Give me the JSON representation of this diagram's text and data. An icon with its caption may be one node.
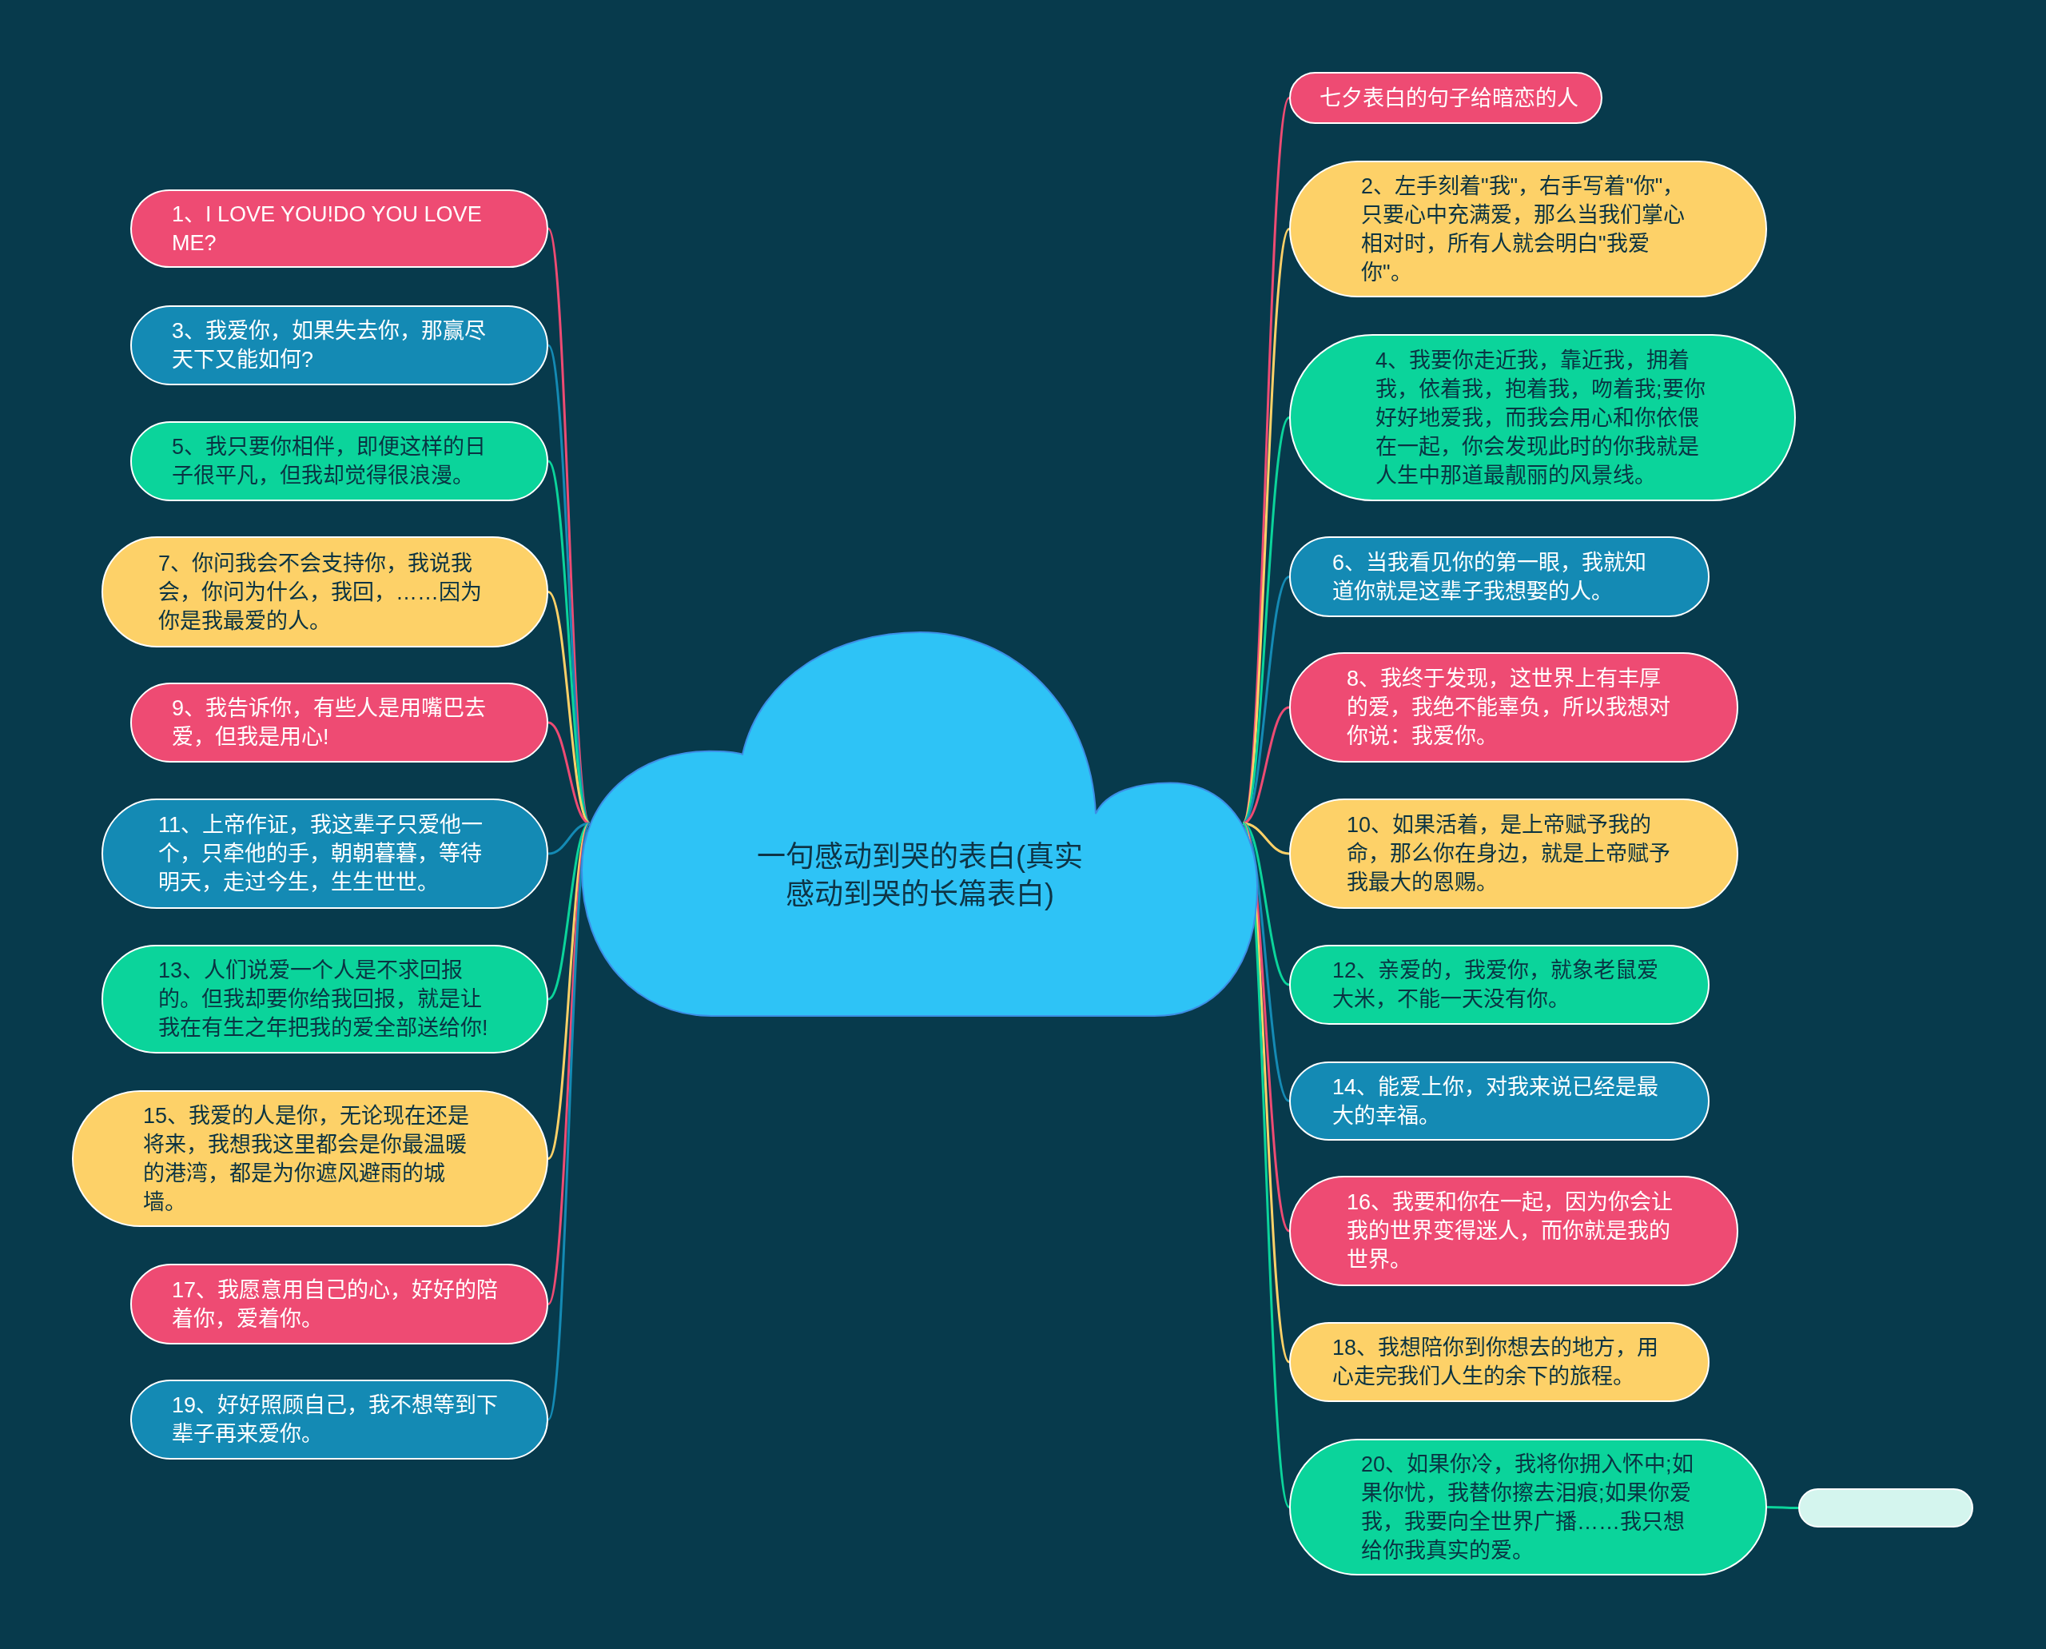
{
  "diagram": {
    "nodes": [
      {
        "text": [
          "一句感动到哭的表白(真实感动到哭的长篇表白)"
        ]
      },
      {
        "text": [
          "1、I LOVE YOU!DO YOU LOVE ME?"
        ]
      },
      {
        "text": [
          "3、我爱你，如果失去你，那赢尽天下又能如何?"
        ]
      },
      {
        "text": [
          "5、我只要你相伴，即便这样的日子很平凡，但我却觉得很浪漫。"
        ]
      },
      {
        "text": [
          "7、你问我会不会支持你，我说我会，你问为什么，我回，……因为你是我最爱的人。"
        ]
      },
      {
        "text": [
          "9、我告诉你，有些人是用嘴巴去爱，但我是用心!"
        ]
      },
      {
        "text": [
          "11、上帝作证，我这辈子只爱他一个，只牵他的手，朝朝暮暮，等待明天，走过今生，生生世世。"
        ]
      },
      {
        "text": [
          "13、人们说爱一个人是不求回报的。但我却要你给我回报，就是让我在有生之年把我的爱全部送给你!"
        ]
      },
      {
        "text": [
          "15、我爱的人是你，无论现在还是将来，我想我这里都会是你最温暖的港湾，都是为你遮风避雨的城墙。"
        ]
      },
      {
        "text": [
          "17、我愿意用自己的心，好好的陪着你，爱着你。"
        ]
      },
      {
        "text": [
          "19、好好照顾自己，我不想等到下辈子再来爱你。"
        ]
      },
      {
        "text": [
          "七夕表白的句子给暗恋的人"
        ]
      },
      {
        "text": [
          "2、左手刻着\"我\"，右手写着\"你\"，只要心中充满爱，那么当我们掌心相对时，所有人就会明白\"我爱你\"。"
        ]
      },
      {
        "text": [
          "4、我要你走近我，靠近我，拥着我，依着我，抱着我，吻着我;要你好好地爱我，而我会用心和你依偎在一起，你会发现此时的你我就是人生中那道最靓丽的风景线。"
        ]
      },
      {
        "text": [
          "6、当我看见你的第一眼，我就知道你就是这辈子我想娶的人。"
        ]
      },
      {
        "text": [
          "8、我终于发现，这世界上有丰厚的爱，我绝不能辜负，所以我想对你说：我爱你。"
        ]
      },
      {
        "text": [
          "10、如果活着，是上帝赋予我的命，那么你在身边，就是上帝赋予我最大的恩赐。"
        ]
      },
      {
        "text": [
          "12、亲爱的，我爱你，就象老鼠爱大米，不能一天没有你。"
        ]
      },
      {
        "text": [
          "14、能爱上你，对我来说已经是最大的幸福。"
        ]
      },
      {
        "text": [
          "16、我要和你在一起，因为你会让我的世界变得迷人，而你就是我的世界。"
        ]
      },
      {
        "text": [
          "18、我想陪你到你想去的地方，用心走完我们人生的余下的旅程。"
        ]
      },
      {
        "text": [
          "20、如果你冷，我将你拥入怀中;如果你忧，我替你擦去泪痕;如果你爱我，我要向全世界广播……我只想给你我真实的爱。"
        ]
      },
      {
        "text": [],
        "shape": "box"
      }
    ],
    "edges": [
      {
        "from": 0,
        "to": 1,
        "arrow": "none",
        "color": "#ee4b73"
      },
      {
        "from": 0,
        "to": 2,
        "arrow": "none",
        "color": "#148ab4"
      },
      {
        "from": 0,
        "to": 3,
        "arrow": "none",
        "color": "#0bd49b"
      },
      {
        "from": 0,
        "to": 4,
        "arrow": "none",
        "color": "#fdd168"
      },
      {
        "from": 0,
        "to": 5,
        "arrow": "none",
        "color": "#ee4b73"
      },
      {
        "from": 0,
        "to": 6,
        "arrow": "none",
        "color": "#148ab4"
      },
      {
        "from": 0,
        "to": 7,
        "arrow": "none",
        "color": "#0bd49b"
      },
      {
        "from": 0,
        "to": 8,
        "arrow": "none",
        "color": "#fdd168"
      },
      {
        "from": 0,
        "to": 9,
        "arrow": "none",
        "color": "#ee4b73"
      },
      {
        "from": 0,
        "to": 10,
        "arrow": "none",
        "color": "#148ab4"
      },
      {
        "from": 0,
        "to": 11,
        "arrow": "none",
        "color": "#ee4b73"
      },
      {
        "from": 0,
        "to": 12,
        "arrow": "none",
        "color": "#fdd168"
      },
      {
        "from": 0,
        "to": 13,
        "arrow": "none",
        "color": "#0bd49b"
      },
      {
        "from": 0,
        "to": 14,
        "arrow": "none",
        "color": "#148ab4"
      },
      {
        "from": 0,
        "to": 15,
        "arrow": "none",
        "color": "#ee4b73"
      },
      {
        "from": 0,
        "to": 16,
        "arrow": "none",
        "color": "#fdd168"
      },
      {
        "from": 0,
        "to": 17,
        "arrow": "none",
        "color": "#0bd49b"
      },
      {
        "from": 0,
        "to": 18,
        "arrow": "none",
        "color": "#148ab4"
      },
      {
        "from": 0,
        "to": 19,
        "arrow": "none",
        "color": "#ee4b73"
      },
      {
        "from": 0,
        "to": 20,
        "arrow": "none",
        "color": "#fdd168"
      },
      {
        "from": 0,
        "to": 21,
        "arrow": "none",
        "color": "#0bd49b"
      },
      {
        "from": 21,
        "to": 22,
        "arrow": "none",
        "color": "#0bd49b"
      }
    ]
  }
}
